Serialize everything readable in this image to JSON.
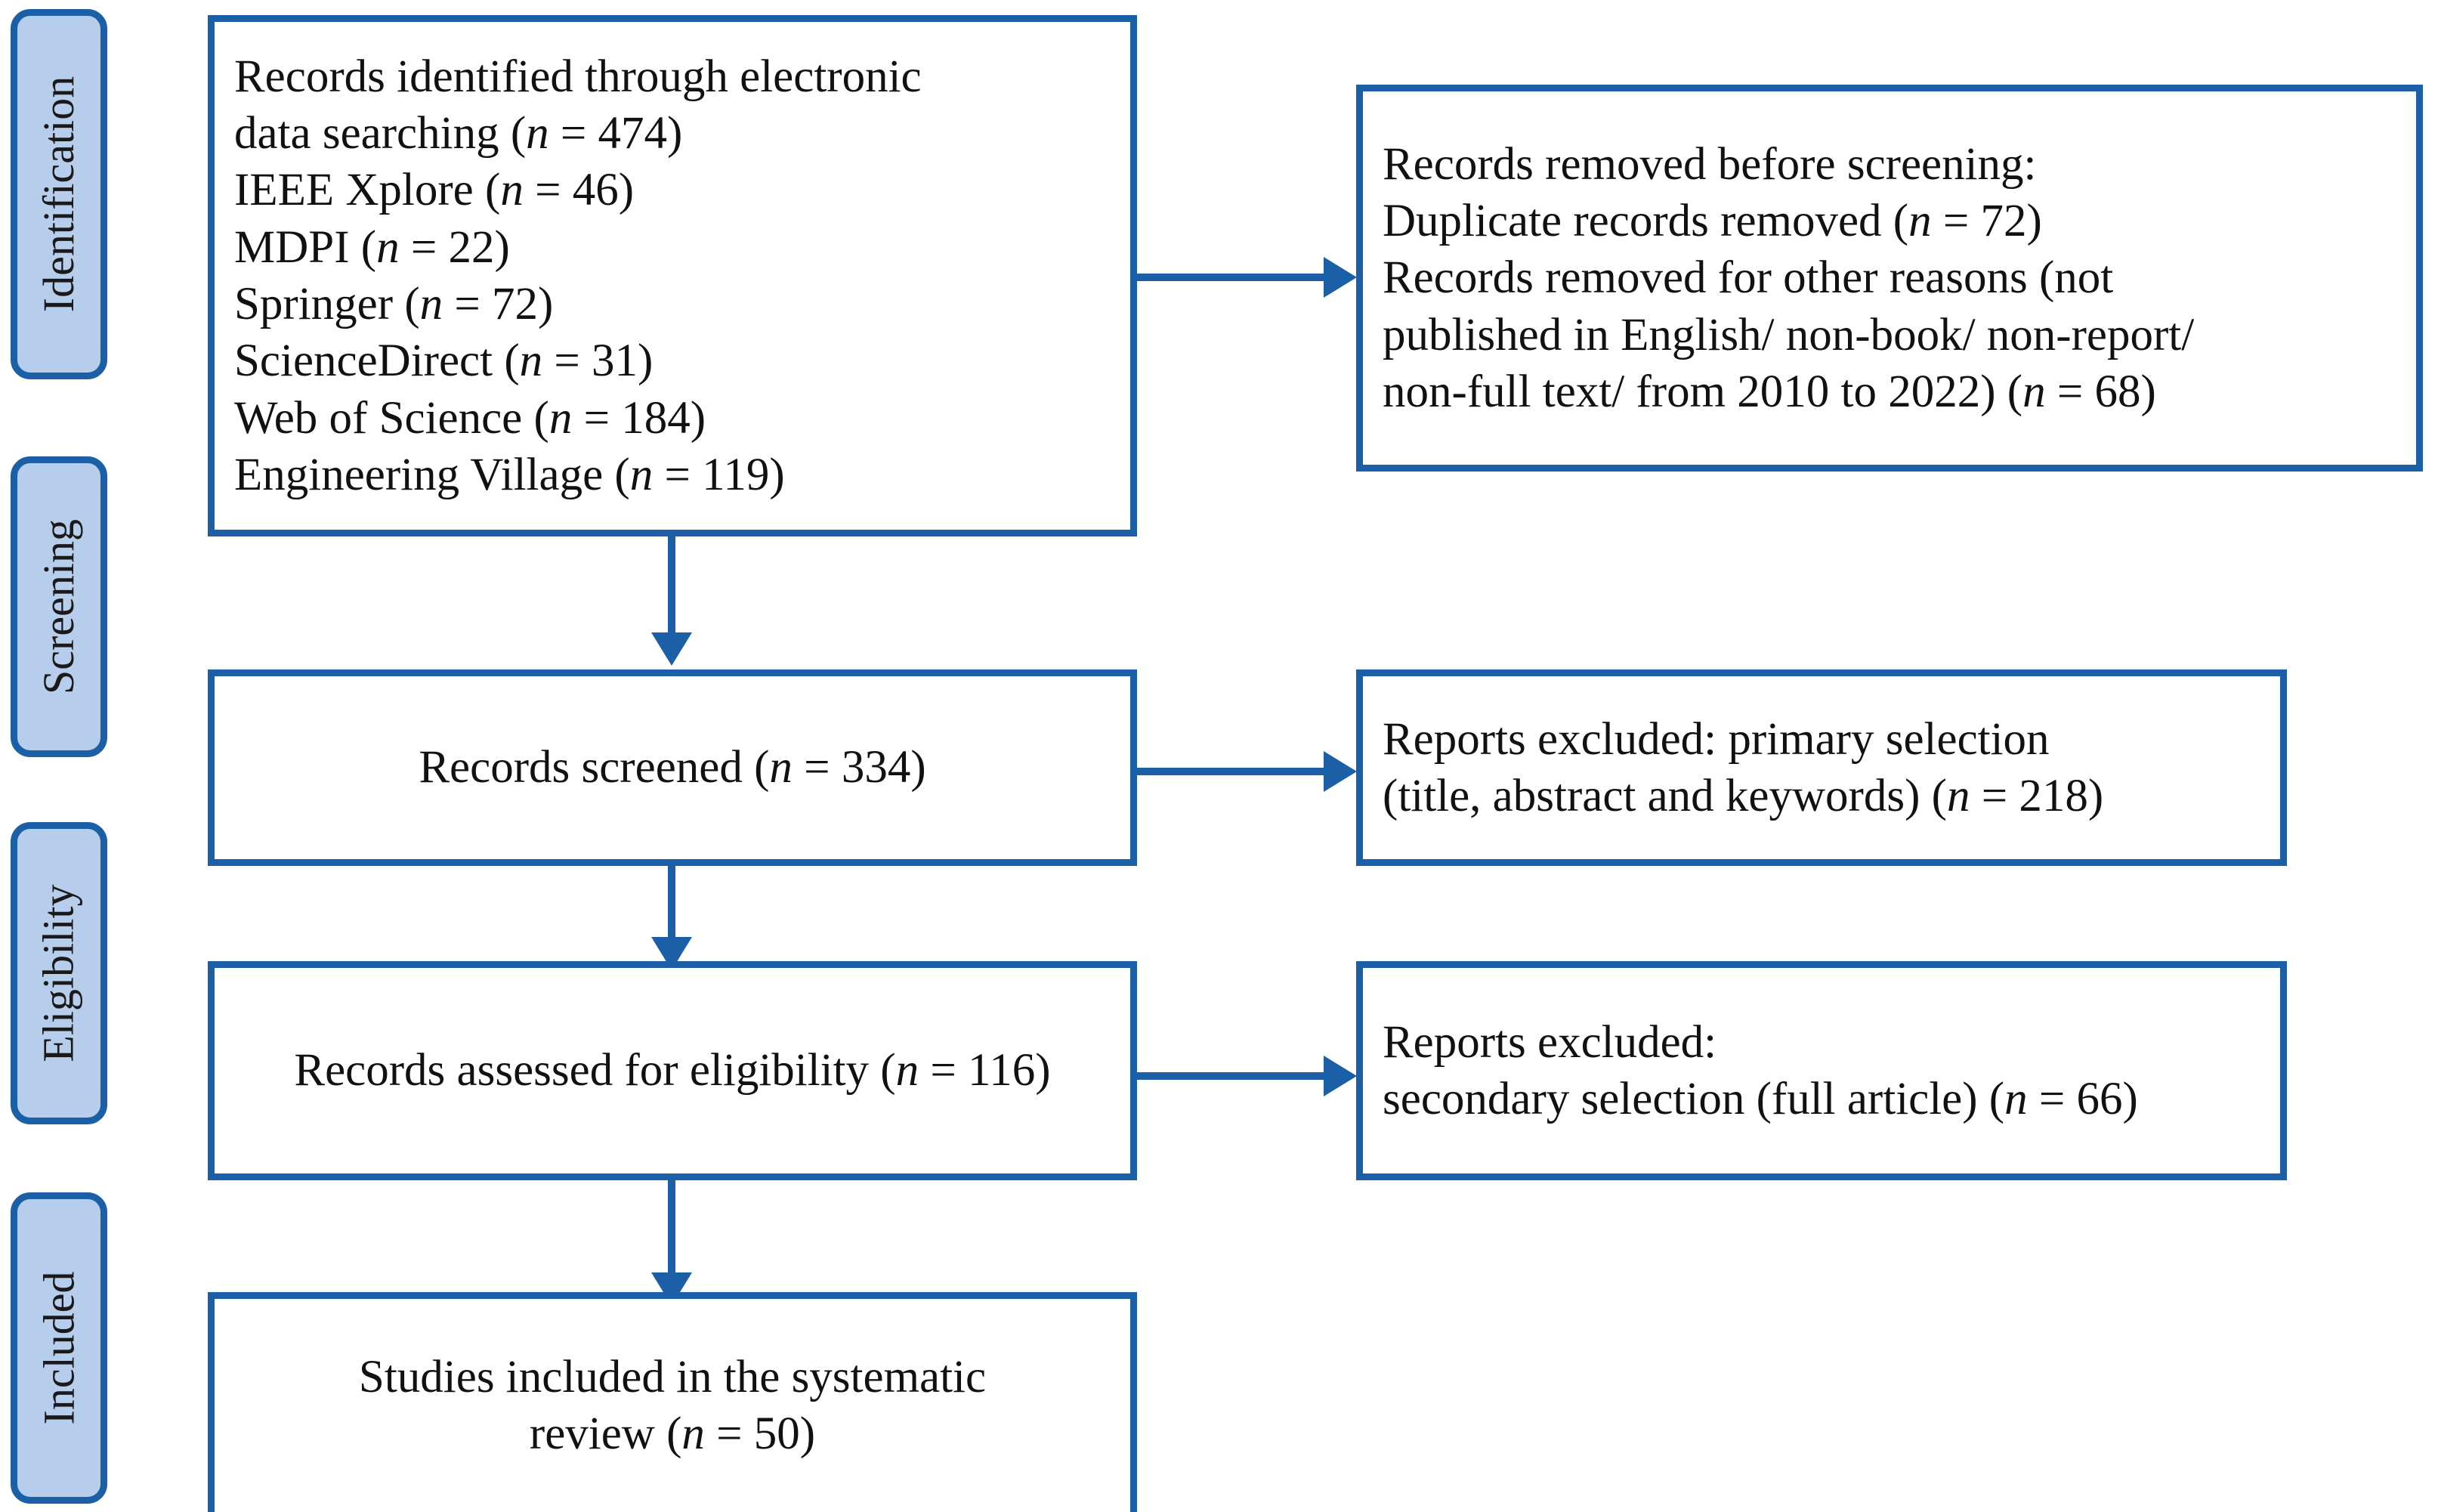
{
  "figure": {
    "type": "prisma-flow-diagram",
    "accent_color": "#1b5fa6",
    "tab_fill_color": "#b6cdeb",
    "text_color": "#111111",
    "background_color": "#ffffff"
  },
  "stages": [
    {
      "label": "Identification"
    },
    {
      "label": "Screening"
    },
    {
      "label": "Eligibility"
    },
    {
      "label": "Included"
    }
  ],
  "boxes": {
    "identified": {
      "lines": [
        "Records identified through electronic",
        "data searching (n = 474)",
        "IEEE Xplore (n = 46)",
        "MDPI (n = 22)",
        "Springer (n = 72)",
        "ScienceDirect (n = 31)",
        "Web of Science (n = 184)",
        "Engineering Village (n = 119)"
      ]
    },
    "removed_before_screening": {
      "lines": [
        "Records removed before screening:",
        "Duplicate records removed (n = 72)",
        "Records removed for other reasons (not",
        "published in English/ non-book/ non-report/",
        "non-full text/ from 2010 to 2022) (n = 68)"
      ]
    },
    "screened": {
      "lines": [
        "Records screened (n = 334)"
      ]
    },
    "excluded_primary": {
      "lines": [
        "Reports excluded: primary selection",
        "(title, abstract and keywords) (n = 218)"
      ]
    },
    "assessed": {
      "lines": [
        "Records assessed for eligibility (n = 116)"
      ]
    },
    "excluded_secondary": {
      "lines": [
        "Reports excluded:",
        "secondary selection (full article) (n = 66)"
      ]
    },
    "included": {
      "lines": [
        "Studies included in the systematic",
        "review (n = 50)"
      ]
    }
  },
  "counts": {
    "records_identified_total": 474,
    "ieee_xplore": 46,
    "mdpi": 22,
    "springer": 72,
    "sciencedirect": 31,
    "web_of_science": 184,
    "engineering_village": 119,
    "duplicates_removed": 72,
    "removed_other_reasons": 68,
    "records_screened": 334,
    "excluded_primary_selection": 218,
    "records_assessed_for_eligibility": 116,
    "excluded_secondary_selection": 66,
    "studies_included": 50
  }
}
